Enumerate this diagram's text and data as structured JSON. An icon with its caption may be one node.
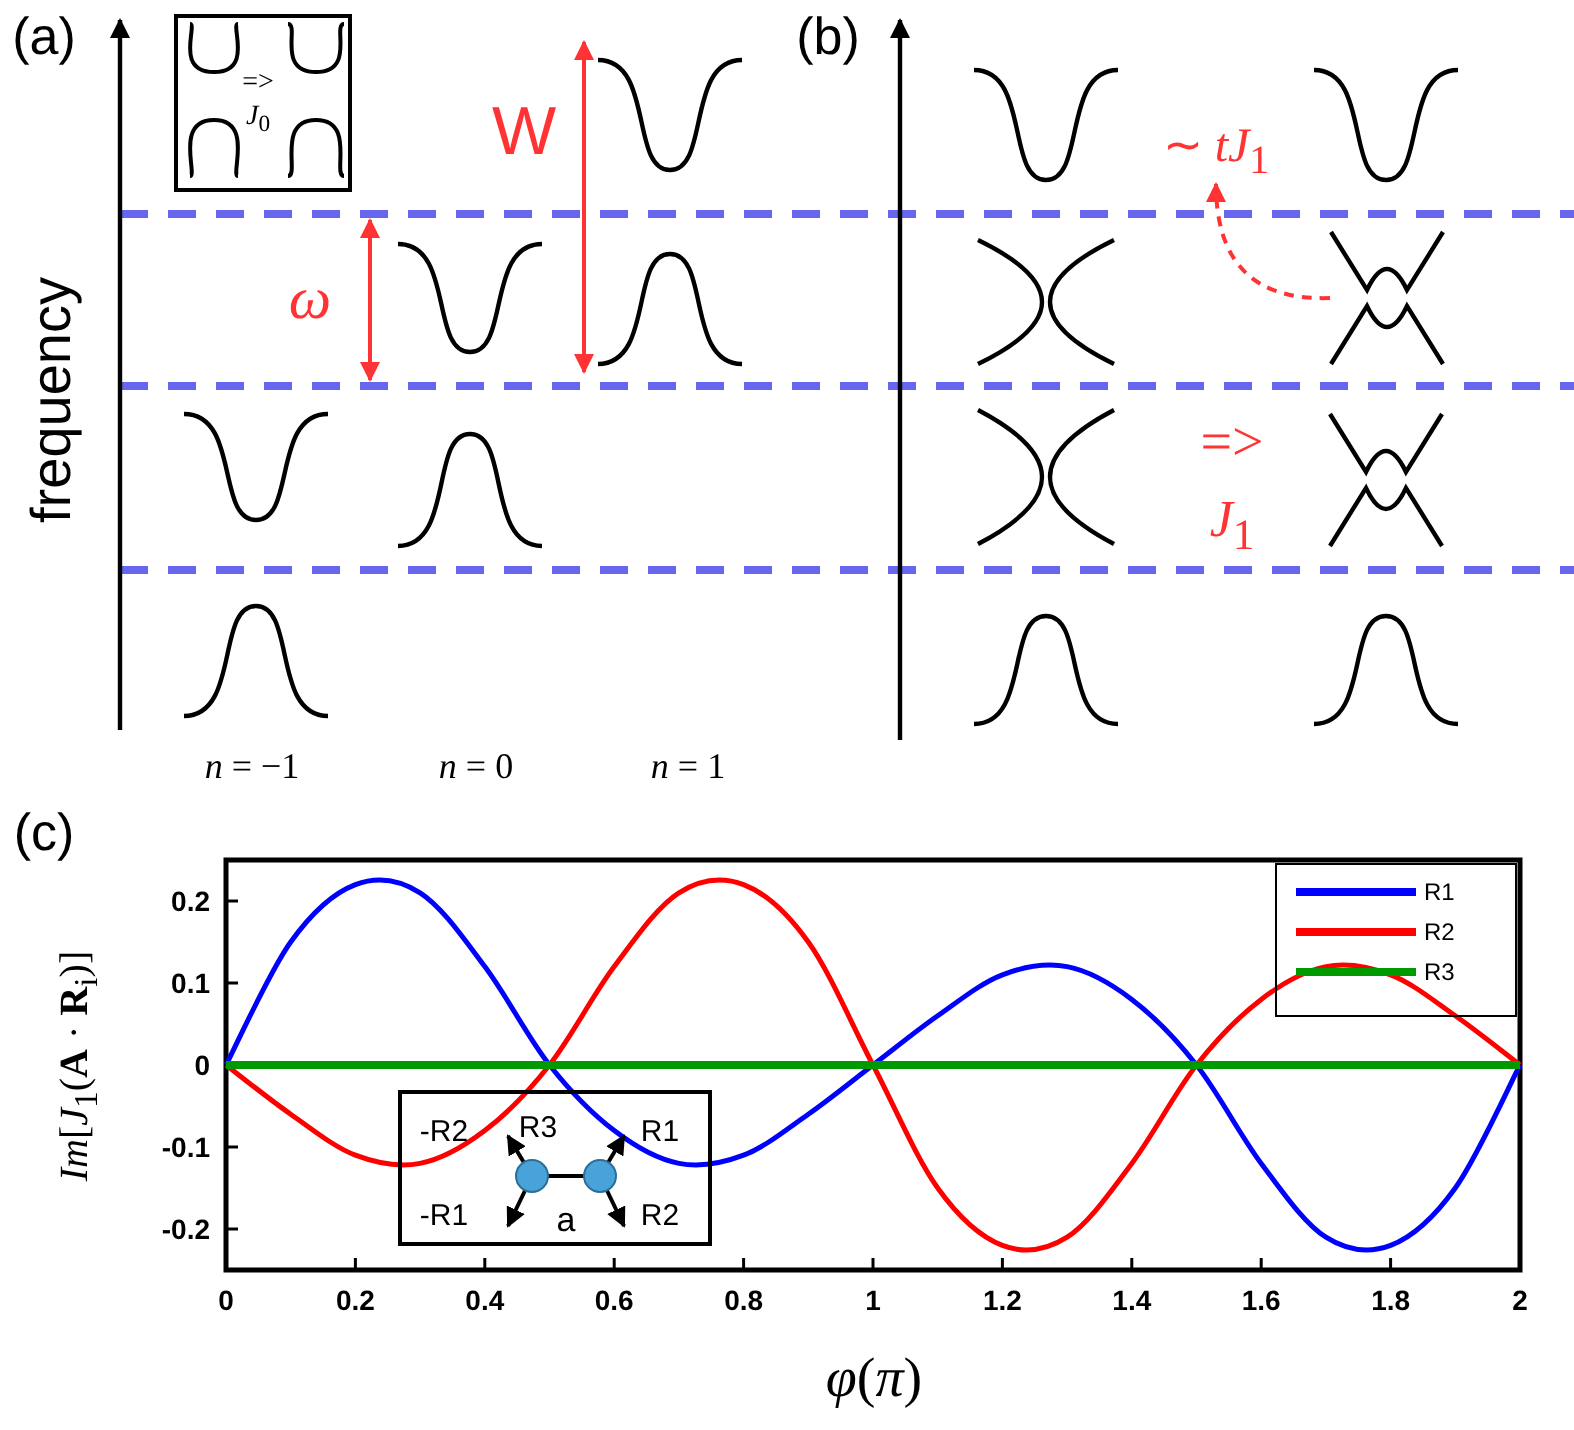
{
  "diagram": {
    "nodes": [
      {
        "text": [
          "∼ *tJ*$_{1}$"
        ]
      },
      {
        "text": [],
        "shape": "curve"
      }
    ],
    "edges": [
      {
        "from": 1,
        "to": 0,
        "arrow": "to",
        "style": "dashed"
      }
    ],
    "labels": [
      "(a)",
      "=>",
      "*J*$_{0}$",
      "W",
      "ω",
      "frequency",
      "*n* = −1",
      "*n* = 0",
      "*n* = 1",
      "(b)",
      "=>",
      "*J*$_{1}$",
      "(c)",
      "-R2",
      "R3",
      "R1",
      "-R1",
      "a",
      "R2"
    ],
    "chart_data": {
      "type": "line",
      "xlabel": "*φ*(*π*)",
      "ylabel": "*Im*[*J*$_{1}$(**A** · **R**$_{i}$)]",
      "x": [
        0,
        0.1,
        0.2,
        0.3,
        0.4,
        0.5,
        0.6,
        0.7,
        0.8,
        0.9,
        1,
        1.1,
        1.2,
        1.3,
        1.4,
        1.5,
        1.6,
        1.7,
        1.8,
        1.9,
        2
      ],
      "series": [
        {
          "name": "R1",
          "color": "#0000ff",
          "values": [
            0,
            0.15,
            0.22,
            0.21,
            0.12,
            0,
            -0.08,
            -0.12,
            -0.11,
            -0.06,
            0,
            0.06,
            0.11,
            0.12,
            0.08,
            0,
            -0.12,
            -0.21,
            -0.22,
            -0.15,
            0
          ]
        },
        {
          "name": "R2",
          "color": "#ff0000",
          "values": [
            0,
            -0.06,
            -0.11,
            -0.12,
            -0.08,
            0,
            0.12,
            0.21,
            0.22,
            0.15,
            0,
            -0.15,
            -0.22,
            -0.21,
            -0.12,
            0,
            0.08,
            0.12,
            0.11,
            0.06,
            0
          ]
        },
        {
          "name": "R3",
          "color": "#009900",
          "values": [
            0,
            0,
            0,
            0,
            0,
            0,
            0,
            0,
            0,
            0,
            0,
            0,
            0,
            0,
            0,
            0,
            0,
            0,
            0,
            0,
            0
          ]
        }
      ],
      "xlim": [
        0,
        2
      ],
      "ylim": [
        -0.25,
        0.25
      ],
      "xticks": [
        0,
        0.2,
        0.4,
        0.6,
        0.8,
        1,
        1.2,
        1.4,
        1.6,
        1.8,
        2
      ],
      "yticks": [
        -0.2,
        -0.1,
        0,
        0.1,
        0.2
      ],
      "legend": "upper right"
    }
  }
}
